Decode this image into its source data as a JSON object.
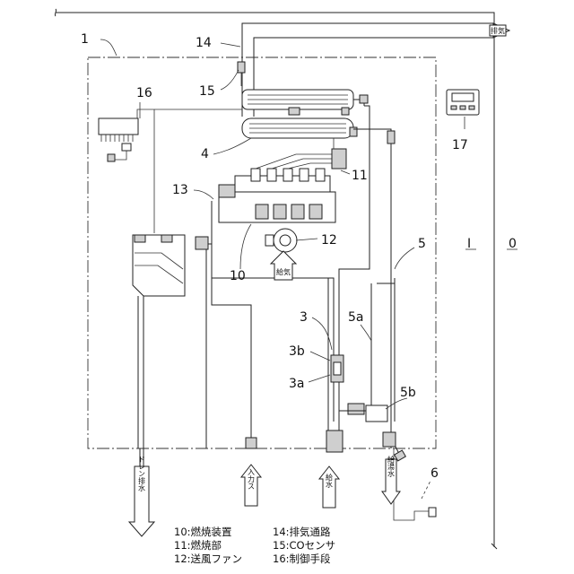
{
  "labels": {
    "n1": "1",
    "n14": "14",
    "n15": "15",
    "n16": "16",
    "n17": "17",
    "n4": "4",
    "n11": "11",
    "n13": "13",
    "n12": "12",
    "n10": "10",
    "n5": "5",
    "n3": "3",
    "n5a": "5a",
    "n3b": "3b",
    "n3a": "3a",
    "n5b": "5b",
    "n6": "6",
    "roman1": "I",
    "n0": "0"
  },
  "pipe_labels": {
    "exhaust": "排気",
    "intake": "給気",
    "drain": "ドレン排水",
    "inlet": "入力ス",
    "water_supply": "給水",
    "hot_water": "給湯水"
  },
  "legend": {
    "left": [
      "10:燃焼装置",
      "11:燃焼部",
      "12:送風ファン"
    ],
    "right": [
      "14:排気通路",
      "15:COセンサ",
      "16:制御手段"
    ]
  }
}
